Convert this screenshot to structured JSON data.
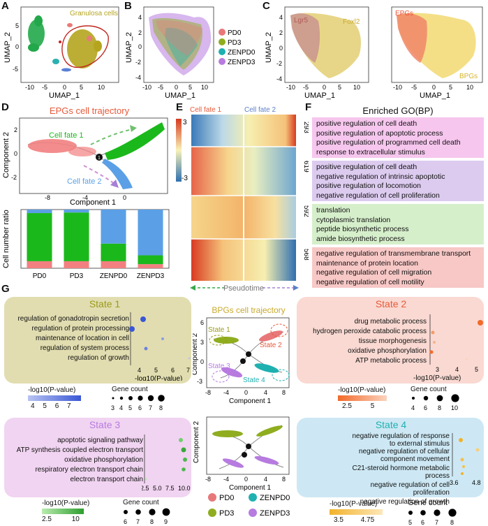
{
  "panel_labels": [
    "A",
    "B",
    "C",
    "D",
    "E",
    "F",
    "G"
  ],
  "A": {
    "annotation": "Granulosa cells",
    "xlabel": "UMAP_1",
    "ylabel": "UMAP_2",
    "xticks": [
      "-10",
      "-5",
      "0",
      "5",
      "10"
    ],
    "yticks": [
      "5",
      "0",
      "-5"
    ]
  },
  "B": {
    "xlabel": "UMAP_1",
    "ylabel": "UMAP_2",
    "xticks": [
      "-10",
      "-5",
      "0",
      "5",
      "10"
    ],
    "yticks": [
      "4",
      "2",
      "0",
      "-2",
      "-4"
    ],
    "legend": [
      {
        "name": "PD0",
        "color": "#e8777a"
      },
      {
        "name": "PD3",
        "color": "#8fad1e"
      },
      {
        "name": "ZENPD0",
        "color": "#1fb0b0"
      },
      {
        "name": "ZENPD3",
        "color": "#b77be0"
      }
    ]
  },
  "C": {
    "left": {
      "genes": [
        "Lgr5",
        "Foxl2"
      ],
      "xlabel": "UMAP_1",
      "ylabel": "UMAP_2",
      "xticks": [
        "-10",
        "-5",
        "0",
        "5",
        "10"
      ],
      "yticks": [
        "4",
        "2",
        "0",
        "-2",
        "-4"
      ]
    },
    "right": {
      "labels": [
        "EPGs",
        "BPGs"
      ],
      "xlabel": "UMAP_1",
      "xticks": [
        "-10",
        "-5",
        "0",
        "5",
        "10"
      ]
    }
  },
  "D": {
    "title": "EPGs cell trajectory",
    "fate1": "Cell fate 1",
    "fate2": "Cell fate 2",
    "node": "1",
    "xlabel": "Component 1",
    "ylabel": "Component 2",
    "xticks": [
      "-8",
      "-4",
      "0"
    ],
    "yticks": [
      "2",
      "0",
      "-2"
    ],
    "bar_ylabel": "Cell number ratio",
    "chart_data": {
      "type": "bar",
      "stacked": true,
      "categories": [
        "PD0",
        "PD3",
        "ZENPD0",
        "ZENPD3"
      ],
      "series": [
        {
          "color": "#f28080",
          "values": [
            0.12,
            0.12,
            0.12,
            0.07
          ]
        },
        {
          "color": "#1bb81b",
          "values": [
            0.82,
            0.83,
            0.3,
            0.15
          ]
        },
        {
          "color": "#5ba0e6",
          "values": [
            0.06,
            0.05,
            0.58,
            0.78
          ]
        }
      ]
    }
  },
  "E": {
    "fate1": "Cell fate 1",
    "fate2": "Cell fate 2",
    "xlabel": "Pseudotime",
    "scale": [
      "3",
      "-3"
    ],
    "clusters": [
      "293",
      "619",
      "592",
      "568"
    ]
  },
  "F": {
    "header": "Enriched GO(BP)",
    "groups": [
      {
        "color": "#f6c6ee",
        "terms": [
          "positive regulation of cell death",
          "positive regulation of apoptotic process",
          "positive regulation of programmed cell death",
          "response to extracellular stimulus"
        ]
      },
      {
        "color": "#dccbef",
        "terms": [
          "positive regulation of cell death",
          "negative regulation of intrinsic apoptotic",
          "positive regulation of locomotion",
          "negative regulation of cell proliferation"
        ]
      },
      {
        "color": "#d6efcb",
        "terms": [
          "translation",
          "cytoplasmic translation",
          "peptide biosynthetic process",
          "amide biosynthetic process"
        ]
      },
      {
        "color": "#f7c8c6",
        "terms": [
          "negative regulation of transmembrane transport",
          "maintenance of protein location",
          "negative regulation of cell migration",
          "negative regulation of cell motility"
        ]
      }
    ]
  },
  "G": {
    "center_title": "BPGs cell trajectory",
    "center_states": [
      "State 1",
      "State 2",
      "State 3",
      "State 4"
    ],
    "center_xlabel": "Component 1",
    "center_ylabel": "Component 2",
    "center_xticks": [
      "-8",
      "-4",
      "0",
      "4",
      "8"
    ],
    "center_yticks": [
      "6",
      "3",
      "0",
      "-3"
    ],
    "legend": [
      {
        "name": "PD0",
        "color": "#e8777a"
      },
      {
        "name": "ZENPD0",
        "color": "#1fb0b0"
      },
      {
        "name": "PD3",
        "color": "#8fad1e"
      },
      {
        "name": "ZENPD3",
        "color": "#b77be0"
      }
    ],
    "states": [
      {
        "title": "State 1",
        "box": "#e1ddb0",
        "terms": [
          "regulation of gonadotropin secretion",
          "regulation of protein processing",
          "maintenance of location in cell",
          "regulation of system process",
          "regulation of growth"
        ],
        "xticks": [
          "4",
          "5",
          "6",
          "7"
        ],
        "xlabel": "-log10(P-value)",
        "scale_label": "-log10(P-value)",
        "scale_ticks": [
          "4",
          "5",
          "6",
          "7"
        ],
        "count_label": "Gene count",
        "count_ticks": [
          "3",
          "4",
          "5",
          "6",
          "7",
          "8"
        ],
        "grad": [
          "#b9c4f2",
          "#3a57d6"
        ]
      },
      {
        "title": "State 2",
        "box": "#f9d9d2",
        "terms": [
          "drug metabolic process",
          "hydrogen peroxide catabolic process",
          "tissue morphogenesis",
          "oxidative phosphorylation",
          "ATP metabolic process"
        ],
        "xticks": [
          "3",
          "4",
          "5"
        ],
        "xlabel": "-log10(P-value)",
        "scale_label": "-log10(P-value)",
        "scale_ticks": [
          "2.5",
          "5"
        ],
        "count_label": "Gene count",
        "count_ticks": [
          "4",
          "6",
          "8",
          "10"
        ],
        "grad": [
          "#f26a2a",
          "#fbd3bd"
        ]
      },
      {
        "title": "State 3",
        "box": "#f1d4f1",
        "terms": [
          "apoptotic signaling pathway",
          "ATP synthesis coupled electron transport",
          "oxidative phosphorylation",
          "respiratory electron transport chain",
          "electron transport chain"
        ],
        "xticks": [
          "2.5",
          "5.0",
          "7.5",
          "10.0"
        ],
        "xlabel": "-log10(P-value)",
        "scale_label": "-log10(P-value)",
        "scale_ticks": [
          "2.5",
          "10"
        ],
        "count_label": "Gene count",
        "count_ticks": [
          "6",
          "7",
          "8",
          "9"
        ],
        "grad": [
          "#b9ecb0",
          "#2e9e2e"
        ]
      },
      {
        "title": "State 4",
        "box": "#cde8f4",
        "terms": [
          "negative regulation of response to external stimulus",
          "negative regulation of cellular component movement",
          "C21-steroid hormone metabolic process",
          "negative regulation of cell proliferation",
          "negative regulation of growth"
        ],
        "xticks": [
          "3.6",
          "4.8"
        ],
        "xlabel": "-log10(P-value)",
        "scale_label": "-log10(P-value)",
        "scale_ticks": [
          "3.5",
          "4.75"
        ],
        "count_label": "Gene count",
        "count_ticks": [
          "5",
          "6",
          "7",
          "8"
        ],
        "grad": [
          "#f2b22a",
          "#fde7b8"
        ]
      }
    ]
  }
}
